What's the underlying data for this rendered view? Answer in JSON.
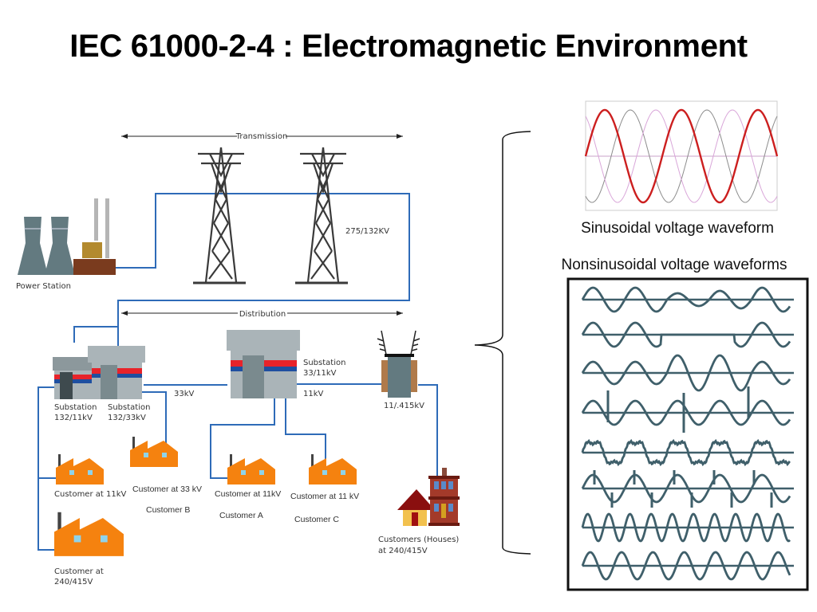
{
  "title": "IEC 61000-2-4 : Electromagnetic Environment",
  "diagram": {
    "transmission_label": "Transmission",
    "distribution_label": "Distribution",
    "power_station_label": "Power Station",
    "transmission_voltage": "275/132KV",
    "substation_1": {
      "line1": "Substation",
      "line2": "132/11kV"
    },
    "substation_2": {
      "line1": "Substation",
      "line2": "132/33kV"
    },
    "substation_3": {
      "line1": "Substation",
      "line2": "33/11kV"
    },
    "line_33kv": "33kV",
    "line_11kv": "11kV",
    "transformer_label": "11/.415kV",
    "customers": [
      {
        "label": "Customer at 11kV",
        "name": ""
      },
      {
        "label": "Customer at 33 kV",
        "name": "Customer B"
      },
      {
        "label": "Customer at 11kV",
        "name": "Customer A"
      },
      {
        "label": "Customer at 11 kV",
        "name": "Customer C"
      },
      {
        "label": "Customer at",
        "label2": "240/415V",
        "name": ""
      },
      {
        "label": "Customers (Houses)",
        "label2": "at 240/415V",
        "name": ""
      }
    ]
  },
  "waveforms": {
    "sinusoidal_caption": "Sinusoidal voltage waveform",
    "nonsinusoidal_caption": "Nonsinusoidal voltage waveforms",
    "sinusoidal_phase_colors": [
      "#cc1f1f",
      "#d9a6d9",
      "#8c8c8c"
    ],
    "nonsinusoidal_types": [
      "amplitude-variation",
      "interruption",
      "swell",
      "transient-notches",
      "harmonic-distortion",
      "notching",
      "frequency-variation",
      "pure-sine"
    ]
  },
  "colors": {
    "wire": "#2e6bb8",
    "factory": "#f5820f",
    "tower": "#3a3a3a",
    "wave": "#3f5f6a"
  }
}
